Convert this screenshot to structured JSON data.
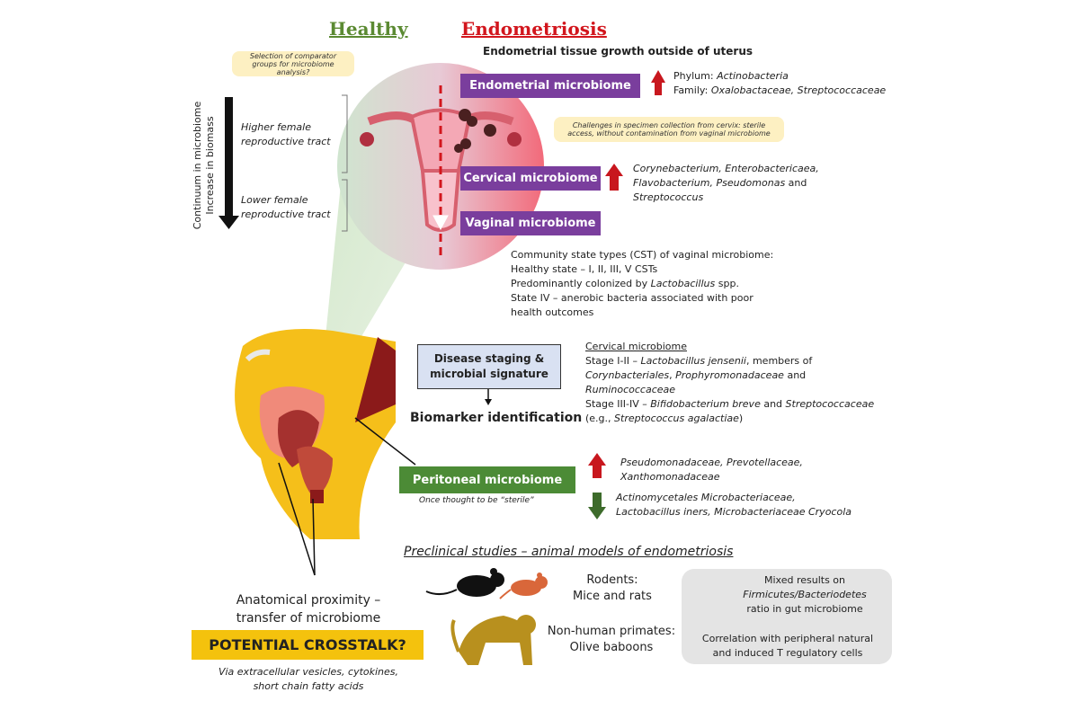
{
  "titles": {
    "healthy": "Healthy",
    "endometriosis": "Endometriosis",
    "endometriosis_subtitle": "Endometrial tissue growth outside of uterus"
  },
  "notes": {
    "comparator": "Selection of comparator groups for microbiome analysis?",
    "cervix_challenges": "Challenges in specimen collection from cervix: sterile access, without contamination from vaginal microbiome"
  },
  "continuum": {
    "line1": "Continuum in microbiome",
    "line2": "Increase in biomass",
    "upper": "Higher female reproductive tract",
    "lower": "Lower female reproductive tract"
  },
  "endometrial": {
    "label": "Endometrial microbiome",
    "phylum_prefix": "Phylum: ",
    "phylum": "Actinobacteria",
    "family_prefix": "Family: ",
    "family": "Oxalobactaceae, Streptococcaceae"
  },
  "cervical": {
    "label": "Cervical microbiome",
    "taxa_line1": "Corynebacterium, Enterobactericaea,",
    "taxa_line2a": "Flavobacterium, Pseudomonas",
    "taxa_line2b": " and",
    "taxa_line3": "Streptococcus"
  },
  "vaginal": {
    "label": "Vaginal microbiome",
    "cst_line1": "Community state types (CST) of vaginal microbiome:",
    "cst_line2": "Healthy state – I, II, III, V CSTs",
    "cst_line3a": "Predominantly colonized by ",
    "cst_line3b": "Lactobacillus",
    "cst_line3c": " spp.",
    "cst_line4": "State IV – anerobic bacteria associated with poor",
    "cst_line5": "health outcomes"
  },
  "staging": {
    "box": "Disease staging & microbial signature",
    "biomarker": "Biomarker identification",
    "heading": "Cervical microbiome",
    "s1_prefix": "Stage I-II – ",
    "s1_taxon": "Lactobacillus jensenii",
    "s1_rest": ", members of",
    "s2a": "Corynbacteriales",
    "s2b": ", ",
    "s2c": "Prophyromonadaceae",
    "s2d": " and",
    "s3": "Ruminococcaceae",
    "s4_prefix": "Stage III-IV – ",
    "s4_taxon": "Bifidobacterium breve",
    "s4_mid": " and ",
    "s4_taxon2": "Streptococcaceae",
    "s5_prefix": "(e.g., ",
    "s5_taxon": "Streptococcus agalactiae",
    "s5_suffix": ")"
  },
  "peritoneal": {
    "label": "Peritoneal microbiome",
    "note": "Once thought to be “sterile”",
    "up_line1": "Pseudomonadaceae, Prevotellaceae,",
    "up_line2": "Xanthomonadaceae",
    "down_line1": "Actinomycetales Microbacteriaceae,",
    "down_line2": "Lactobacillus iners, Microbacteriaceae Cryocola"
  },
  "preclinical": {
    "heading": "Preclinical studies – animal models of endometriosis",
    "rodents_line1": "Rodents:",
    "rodents_line2": "Mice and rats",
    "primates_line1": "Non-human primates:",
    "primates_line2": "Olive baboons",
    "mixed_line1": "Mixed results on",
    "mixed_line2": "Firmicutes/Bacteriodetes",
    "mixed_line3": "ratio in gut microbiome",
    "treg_line1": "Correlation with peripheral natural",
    "treg_line2": "and induced T regulatory cells"
  },
  "crosstalk": {
    "proximity_line1": "Anatomical proximity –",
    "proximity_line2": "transfer of microbiome",
    "label": "POTENTIAL CROSSTALK?",
    "via_line1": "Via extracellular vesicles, cytokines,",
    "via_line2": "short chain fatty acids"
  },
  "colors": {
    "healthy": "#5b8a32",
    "endometriosis": "#d2161d",
    "purple_box": "#7a3e9d",
    "green_box": "#4c8b36",
    "up_arrow": "#c8171e",
    "down_arrow": "#3d6b2b",
    "crosstalk": "#f4c20d"
  }
}
